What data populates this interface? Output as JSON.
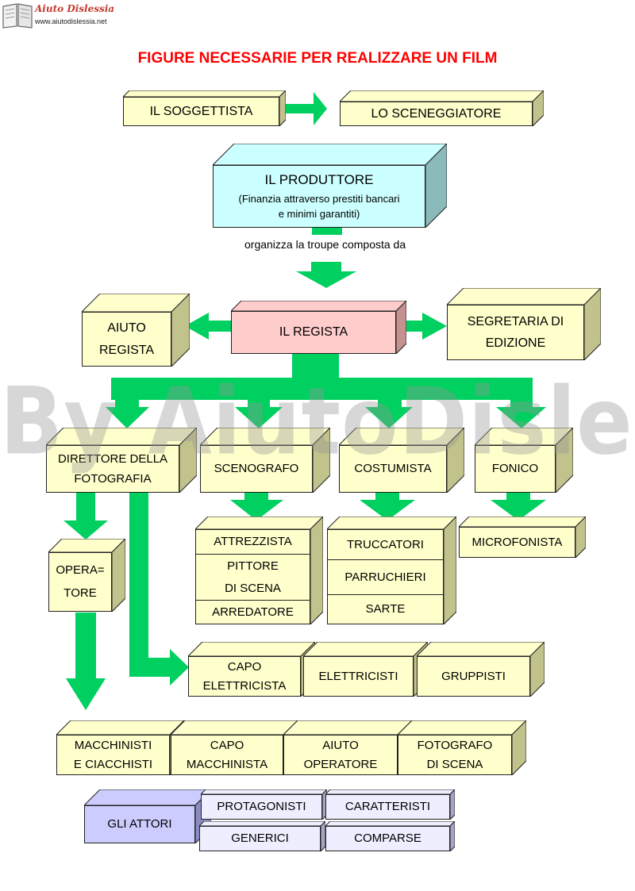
{
  "header": {
    "logo_title": "Aiuto Dislessia",
    "logo_url": "www.aiutodislessia.net",
    "title": "FIGURE NECESSARIE PER REALIZZARE UN FILM"
  },
  "watermark": "By AiutoDislessia.net",
  "colors": {
    "title": "#ff0000",
    "arrow": "#00d060",
    "yellow_box": "#ffffcc",
    "cyan_box": "#ccffff",
    "pink_box": "#ffcccc",
    "lavender_box": "#ccccff",
    "light_lavender_box": "#eeeeff"
  },
  "diagram": {
    "soggettista": "IL SOGGETTISTA",
    "sceneggiatore": "LO SCENEGGIATORE",
    "produttore": {
      "title": "IL PRODUTTORE",
      "note_line1": "(Finanzia attraverso prestiti bancari",
      "note_line2": "e minimi garantiti)"
    },
    "caption": "organizza la troupe composta da",
    "aiuto_regista": [
      "AIUTO",
      "REGISTA"
    ],
    "regista": "IL REGISTA",
    "segretaria": [
      "SEGRETARIA DI",
      "EDIZIONE"
    ],
    "direttore_fotografia": [
      "DIRETTORE DELLA",
      "FOTOGRAFIA"
    ],
    "scenografo": "SCENOGRAFO",
    "costumista": "COSTUMISTA",
    "fonico": "FONICO",
    "scenografo_team": [
      "ATTREZZISTA",
      "PITTORE",
      "DI SCENA",
      "ARREDATORE"
    ],
    "costumista_team": [
      "TRUCCATORI",
      "PARRUCHIERI",
      "SARTE"
    ],
    "microfonista": "MICROFONISTA",
    "operatore": [
      "OPERA=",
      "TORE"
    ],
    "capo_elettricista": [
      "CAPO",
      "ELETTRICISTA"
    ],
    "elettricisti": "ELETTRICISTI",
    "gruppisti": "GRUPPISTI",
    "macchinisti": [
      "MACCHINISTI",
      "E CIACCHISTI"
    ],
    "capo_macchinista": [
      "CAPO",
      "MACCHINISTA"
    ],
    "aiuto_operatore": [
      "AIUTO",
      "OPERATORE"
    ],
    "fotografo_scena": [
      "FOTOGRAFO",
      "DI SCENA"
    ],
    "attori": {
      "label": "GLI ATTORI",
      "protagonisti": "PROTAGONISTI",
      "caratteristi": "CARATTERISTI",
      "generici": "GENERICI",
      "comparse": "COMPARSE"
    }
  }
}
